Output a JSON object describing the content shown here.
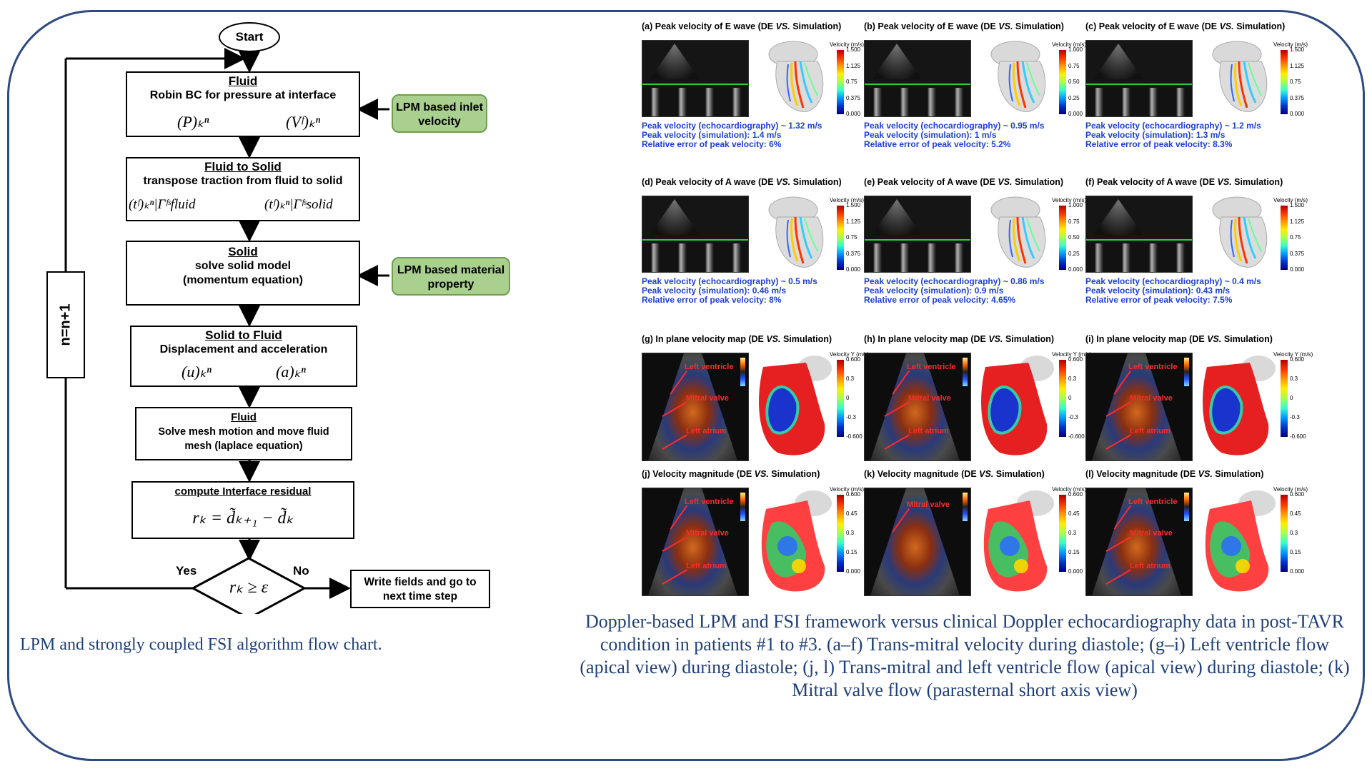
{
  "flowchart": {
    "start": "Start",
    "loop_label": "n=n+1",
    "fluid": {
      "title": "Fluid",
      "subtitle": "Robin BC for pressure at interface",
      "eq_left": "(P)ₖⁿ",
      "eq_right": "(Vᶠ)ₖⁿ"
    },
    "lpm_inlet": "LPM based inlet velocity",
    "fluid_to_solid": {
      "title": "Fluid to Solid",
      "subtitle": "transpose traction from fluid to solid",
      "eq_left": "(tᶠ)ₖⁿ|Γᶠˢfluid",
      "eq_right": "(tᶠ)ₖⁿ|Γᶠˢsolid"
    },
    "solid": {
      "title": "Solid",
      "line1": "solve solid model",
      "line2": "(momentum equation)"
    },
    "lpm_material": "LPM based material property",
    "solid_to_fluid": {
      "title": "Solid to Fluid",
      "subtitle": "Displacement and acceleration",
      "eq_left": "(u)ₖⁿ",
      "eq_right": "(a)ₖⁿ"
    },
    "fluid_mesh": {
      "title": "Fluid",
      "line1": "Solve mesh motion and move fluid",
      "line2": "mesh (laplace equation)"
    },
    "residual": {
      "title": "compute Interface residual",
      "eq": "rₖ = d̃ₖ₊₁ − d̃ₖ"
    },
    "decision": "rₖ ≥ ε",
    "yes": "Yes",
    "no": "No",
    "write": "Write fields and go to next time step"
  },
  "caption_left": "LPM and strongly coupled FSI algorithm flow chart.",
  "panels": [
    {
      "title": "(a) Peak velocity of E wave (DE VS. Simulation)",
      "cbar_title": "Velocity (m/s)",
      "ticks": [
        "1.500",
        "1.125",
        "0.75",
        "0.375",
        "0.000"
      ],
      "notes": [
        "Peak velocity (echocardiography) ~ 1.32 m/s",
        "Peak velocity (simulation): 1.4 m/s",
        "Relative error of peak velocity: 6%"
      ]
    },
    {
      "title": "(b) Peak velocity of E wave (DE VS. Simulation)",
      "cbar_title": "Velocity (m/s)",
      "ticks": [
        "1.000",
        "0.75",
        "0.50",
        "0.25",
        "0.000"
      ],
      "notes": [
        "Peak velocity (echocardiography) ~ 0.95 m/s",
        "Peak velocity (simulation): 1 m/s",
        "Relative error of peak velocity: 5.2%"
      ]
    },
    {
      "title": "(c) Peak velocity of E wave (DE VS. Simulation)",
      "cbar_title": "Velocity (m/s)",
      "ticks": [
        "1.500",
        "1.125",
        "0.75",
        "0.375",
        "0.000"
      ],
      "notes": [
        "Peak velocity (echocardiography) ~ 1.2 m/s",
        "Peak velocity (simulation): 1.3 m/s",
        "Relative error of peak velocity: 8.3%"
      ]
    },
    {
      "title": "(d) Peak velocity of A wave (DE VS. Simulation)",
      "cbar_title": "Velocity (m/s)",
      "ticks": [
        "1.500",
        "1.125",
        "0.75",
        "0.375",
        "0.000"
      ],
      "notes": [
        "Peak velocity (echocardiography) ~ 0.5 m/s",
        "Peak velocity (simulation): 0.46 m/s",
        "Relative error of peak velocity: 8%"
      ]
    },
    {
      "title": "(e) Peak velocity of A wave (DE VS. Simulation)",
      "cbar_title": "Velocity (m/s)",
      "ticks": [
        "1.000",
        "0.75",
        "0.50",
        "0.25",
        "0.000"
      ],
      "notes": [
        "Peak velocity (echocardiography) ~ 0.86 m/s",
        "Peak velocity (simulation): 0.9 m/s",
        "Relative error of peak velocity: 4.65%"
      ]
    },
    {
      "title": "(f) Peak velocity of A wave (DE VS. Simulation)",
      "cbar_title": "Velocity (m/s)",
      "ticks": [
        "1.500",
        "1.125",
        "0.75",
        "0.375",
        "0.000"
      ],
      "notes": [
        "Peak velocity (echocardiography) ~ 0.4 m/s",
        "Peak velocity (simulation): 0.43 m/s",
        "Relative error of peak velocity: 7.5%"
      ]
    },
    {
      "title": "(g) In plane velocity map (DE VS. Simulation)",
      "cbar_title": "Velocity Y (m/s)",
      "ticks": [
        "0.600",
        "0.3",
        "0",
        "-0.3",
        "-0.600"
      ],
      "annotations": [
        "Left ventricle",
        "Mitral valve",
        "Left atrium"
      ]
    },
    {
      "title": "(h) In plane velocity map (DE VS. Simulation)",
      "cbar_title": "Velocity Y (m/s)",
      "ticks": [
        "0.600",
        "0.3",
        "0",
        "-0.3",
        "-0.600"
      ],
      "annotations": [
        "Left ventricle",
        "Mitral valve",
        "Left atrium"
      ]
    },
    {
      "title": "(i) In plane velocity map (DE VS. Simulation)",
      "cbar_title": "Velocity Y (m/s)",
      "ticks": [
        "0.600",
        "0.3",
        "0",
        "-0.3",
        "-0.600"
      ],
      "annotations": [
        "Left ventricle",
        "Mitral valve",
        "Left atrium"
      ]
    },
    {
      "title": "(j) Velocity magnitude (DE VS. Simulation)",
      "cbar_title": "Velocity (m/s)",
      "ticks": [
        "0.600",
        "0.45",
        "0.3",
        "0.15",
        "0.000"
      ],
      "annotations": [
        "Left ventricle",
        "Mitral valve",
        "Left atrium"
      ]
    },
    {
      "title": "(k) Velocity magnitude (DE VS. Simulation)",
      "cbar_title": "Velocity (m/s)",
      "ticks": [
        "0.600",
        "0.45",
        "0.3",
        "0.15",
        "0.000"
      ],
      "annotations": [
        "Mitral valve"
      ]
    },
    {
      "title": "(l) Velocity magnitude (DE VS. Simulation)",
      "cbar_title": "Velocity (m/s)",
      "ticks": [
        "0.600",
        "0.45",
        "0.3",
        "0.15",
        "0.000"
      ],
      "annotations": [
        "Left ventricle",
        "Mitral valve",
        "Left atrium"
      ]
    }
  ],
  "caption_right": "Doppler-based LPM and FSI framework versus clinical Doppler echocardiography data in post-TAVR condition in patients #1 to #3. (a–f) Trans-mitral velocity during diastole; (g–i) Left ventricle flow (apical view) during diastole; (j, l) Trans-mitral and left ventricle flow (apical view) during diastole; (k) Mitral valve flow (parasternal short axis view)",
  "colors": {
    "frame": "#2e4a80",
    "caption": "#1f3f7a",
    "note": "#1c3fd6",
    "green": "#a9d08e",
    "annotation": "#ff2a2a"
  }
}
